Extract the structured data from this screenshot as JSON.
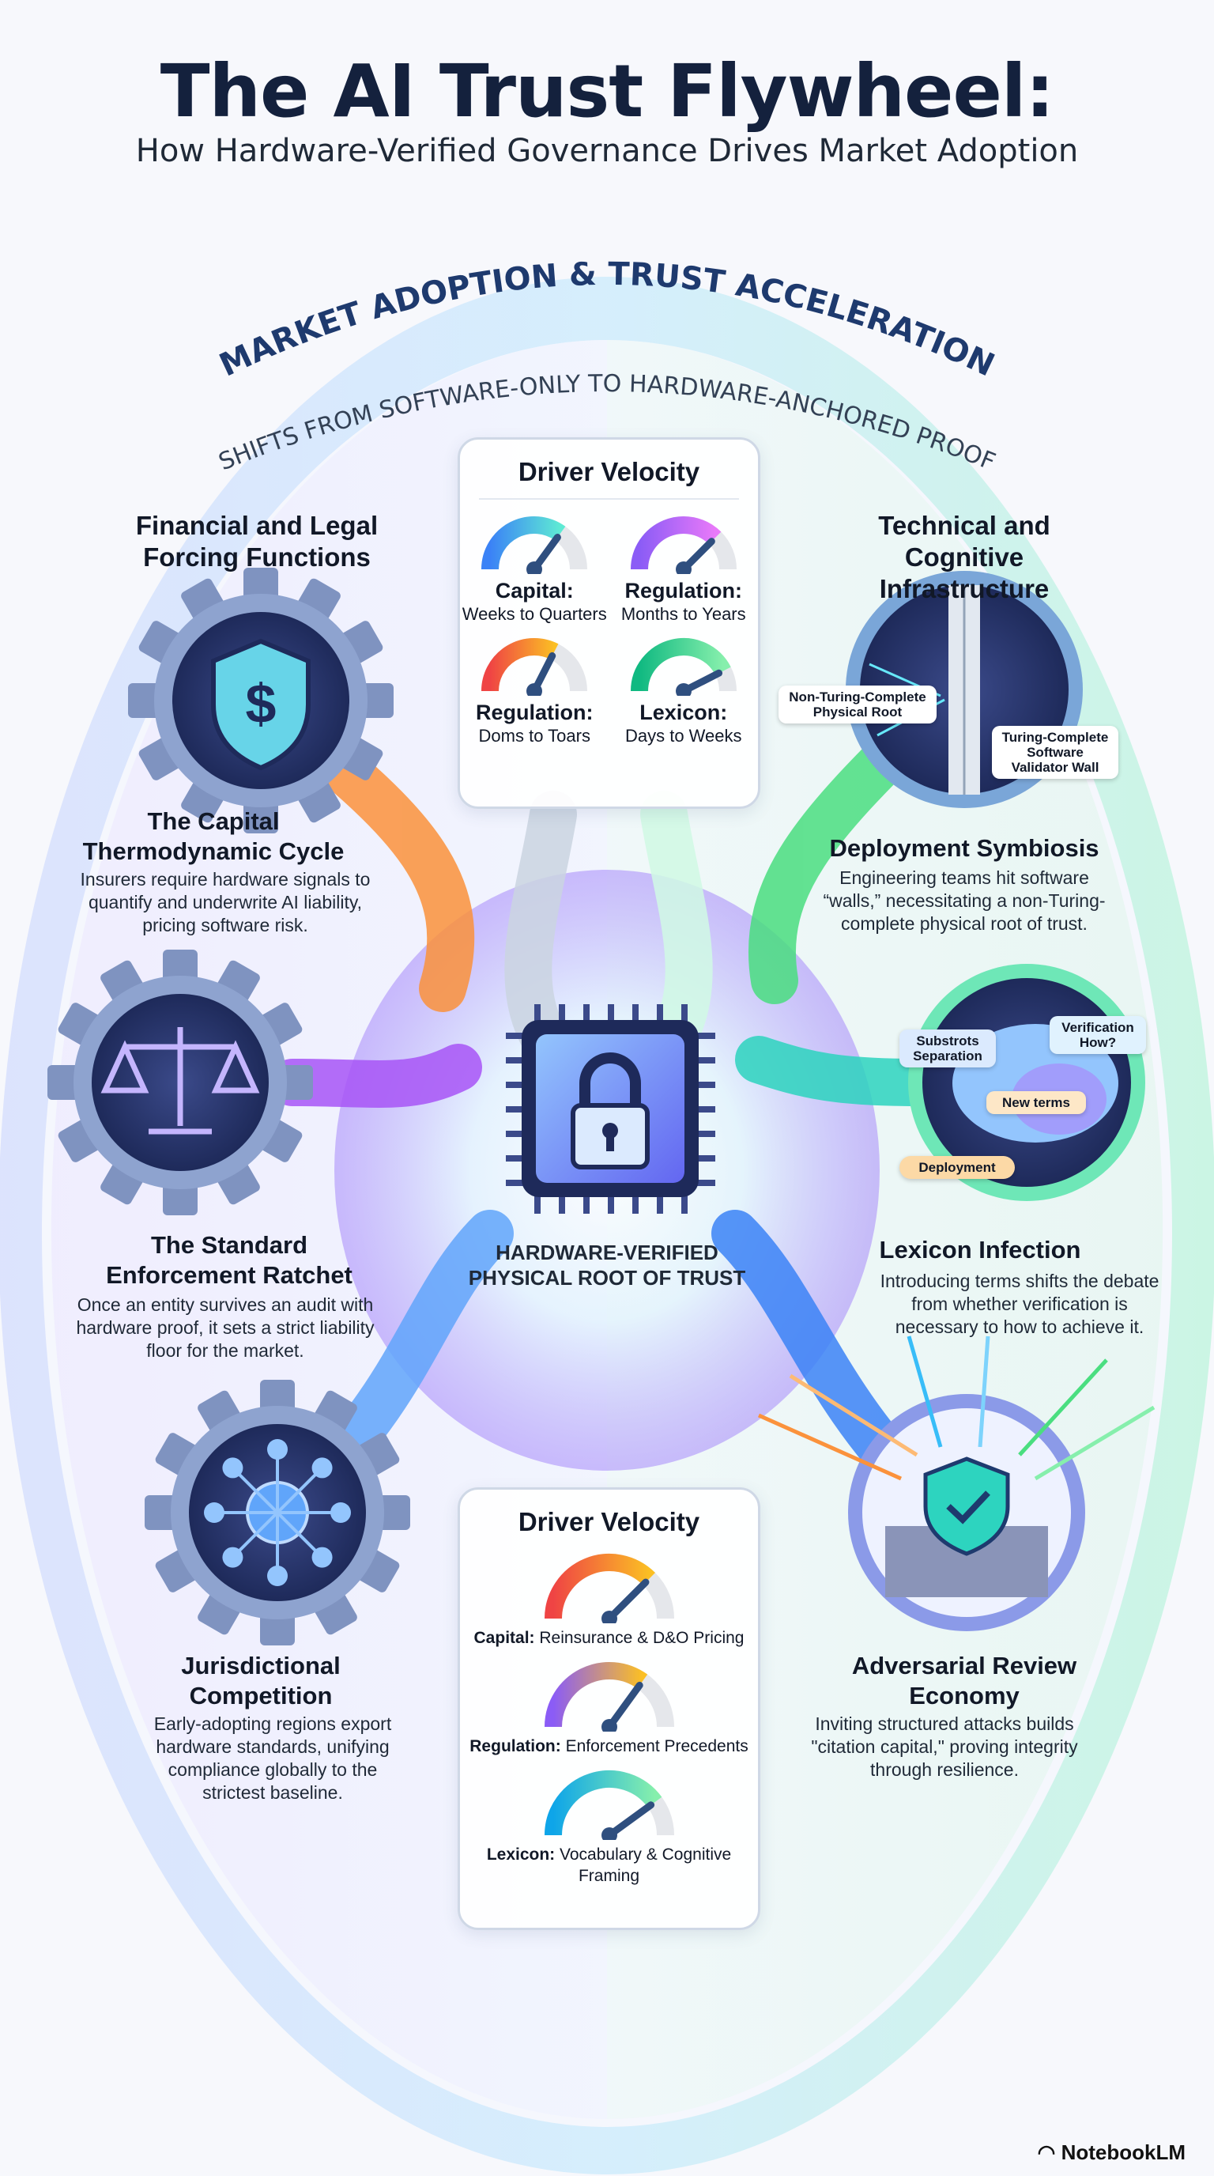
{
  "header": {
    "title": "The AI Trust Flywheel:",
    "subtitle": "How Hardware-Verified Governance Drives Market Adoption"
  },
  "arc": {
    "outer_label": "MARKET ADOPTION & TRUST ACCELERATION",
    "inner_label": "SHIFTS FROM SOFTWARE-ONLY TO HARDWARE-ANCHORED PROOF"
  },
  "left": {
    "heading": "Financial and Legal Forcing Functions",
    "items": [
      {
        "title": "The Capital Thermodynamic Cycle",
        "desc": "Insurers require hardware signals to quantify and underwrite AI liability, pricing software risk.",
        "icon": "shield-dollar-icon"
      },
      {
        "title": "The Standard Enforcement Ratchet",
        "desc": "Once an entity survives an audit with hardware proof, it sets a strict liability floor for the market.",
        "icon": "scales-icon"
      },
      {
        "title": "Jurisdictional Competition",
        "desc": "Early-adopting regions export hardware standards, unifying compliance globally to the strictest baseline.",
        "icon": "globe-network-icon"
      }
    ]
  },
  "right": {
    "heading": "Technical and Cognitive Infrastructure",
    "items": [
      {
        "title": "Deployment Symbiosis",
        "desc": "Engineering teams hit software “walls,” necessitating a non-Turing-complete physical root of trust.",
        "icon": "wall-icon",
        "callouts": [
          "Non-Turing-Complete Physical Root",
          "Turing-Complete Software Validator Wall"
        ]
      },
      {
        "title": "Lexicon Infection",
        "desc": "Introducing terms shifts the debate from whether verification is necessary to how to achieve it.",
        "icon": "brain-icon",
        "callouts": [
          "Substrots Separation",
          "Verification How?",
          "New terms",
          "Deployment"
        ]
      },
      {
        "title": "Adversarial Review Economy",
        "desc": "Inviting structured attacks builds \"citation capital,\" proving integrity through resilience.",
        "icon": "fortress-shield-icon"
      }
    ]
  },
  "center": {
    "label": "HARDWARE-VERIFIED PHYSICAL ROOT OF TRUST",
    "icon": "chip-lock-icon"
  },
  "top_panel": {
    "title": "Driver Velocity",
    "gauges": [
      {
        "label": "Capital:",
        "value": "Weeks to Quarters",
        "level": 0.7,
        "colors": [
          "#3b82f6",
          "#5eead4"
        ]
      },
      {
        "label": "Regulation:",
        "value": "Months to Years",
        "level": 0.75,
        "colors": [
          "#8b5cf6",
          "#e879f9"
        ]
      },
      {
        "label": "Regulation:",
        "value": "Doms to Toars",
        "level": 0.65,
        "colors": [
          "#ef4444",
          "#fbbf24"
        ]
      },
      {
        "label": "Lexicon:",
        "value": "Days to Weeks",
        "level": 0.85,
        "colors": [
          "#10b981",
          "#86efac"
        ]
      }
    ]
  },
  "bottom_panel": {
    "title": "Driver Velocity",
    "gauges": [
      {
        "label": "Capital:",
        "value": "Reinsurance & D&O Pricing",
        "level": 0.75,
        "colors": [
          "#ef4444",
          "#fbbf24"
        ]
      },
      {
        "label": "Regulation:",
        "value": "Enforcement Precedents",
        "level": 0.7,
        "colors": [
          "#8b5cf6",
          "#fbbf24"
        ]
      },
      {
        "label": "Lexicon:",
        "value": "Vocabulary & Cognitive Framing",
        "level": 0.8,
        "colors": [
          "#0ea5e9",
          "#86efac"
        ]
      }
    ]
  },
  "footer": {
    "brand": "NotebookLM"
  }
}
